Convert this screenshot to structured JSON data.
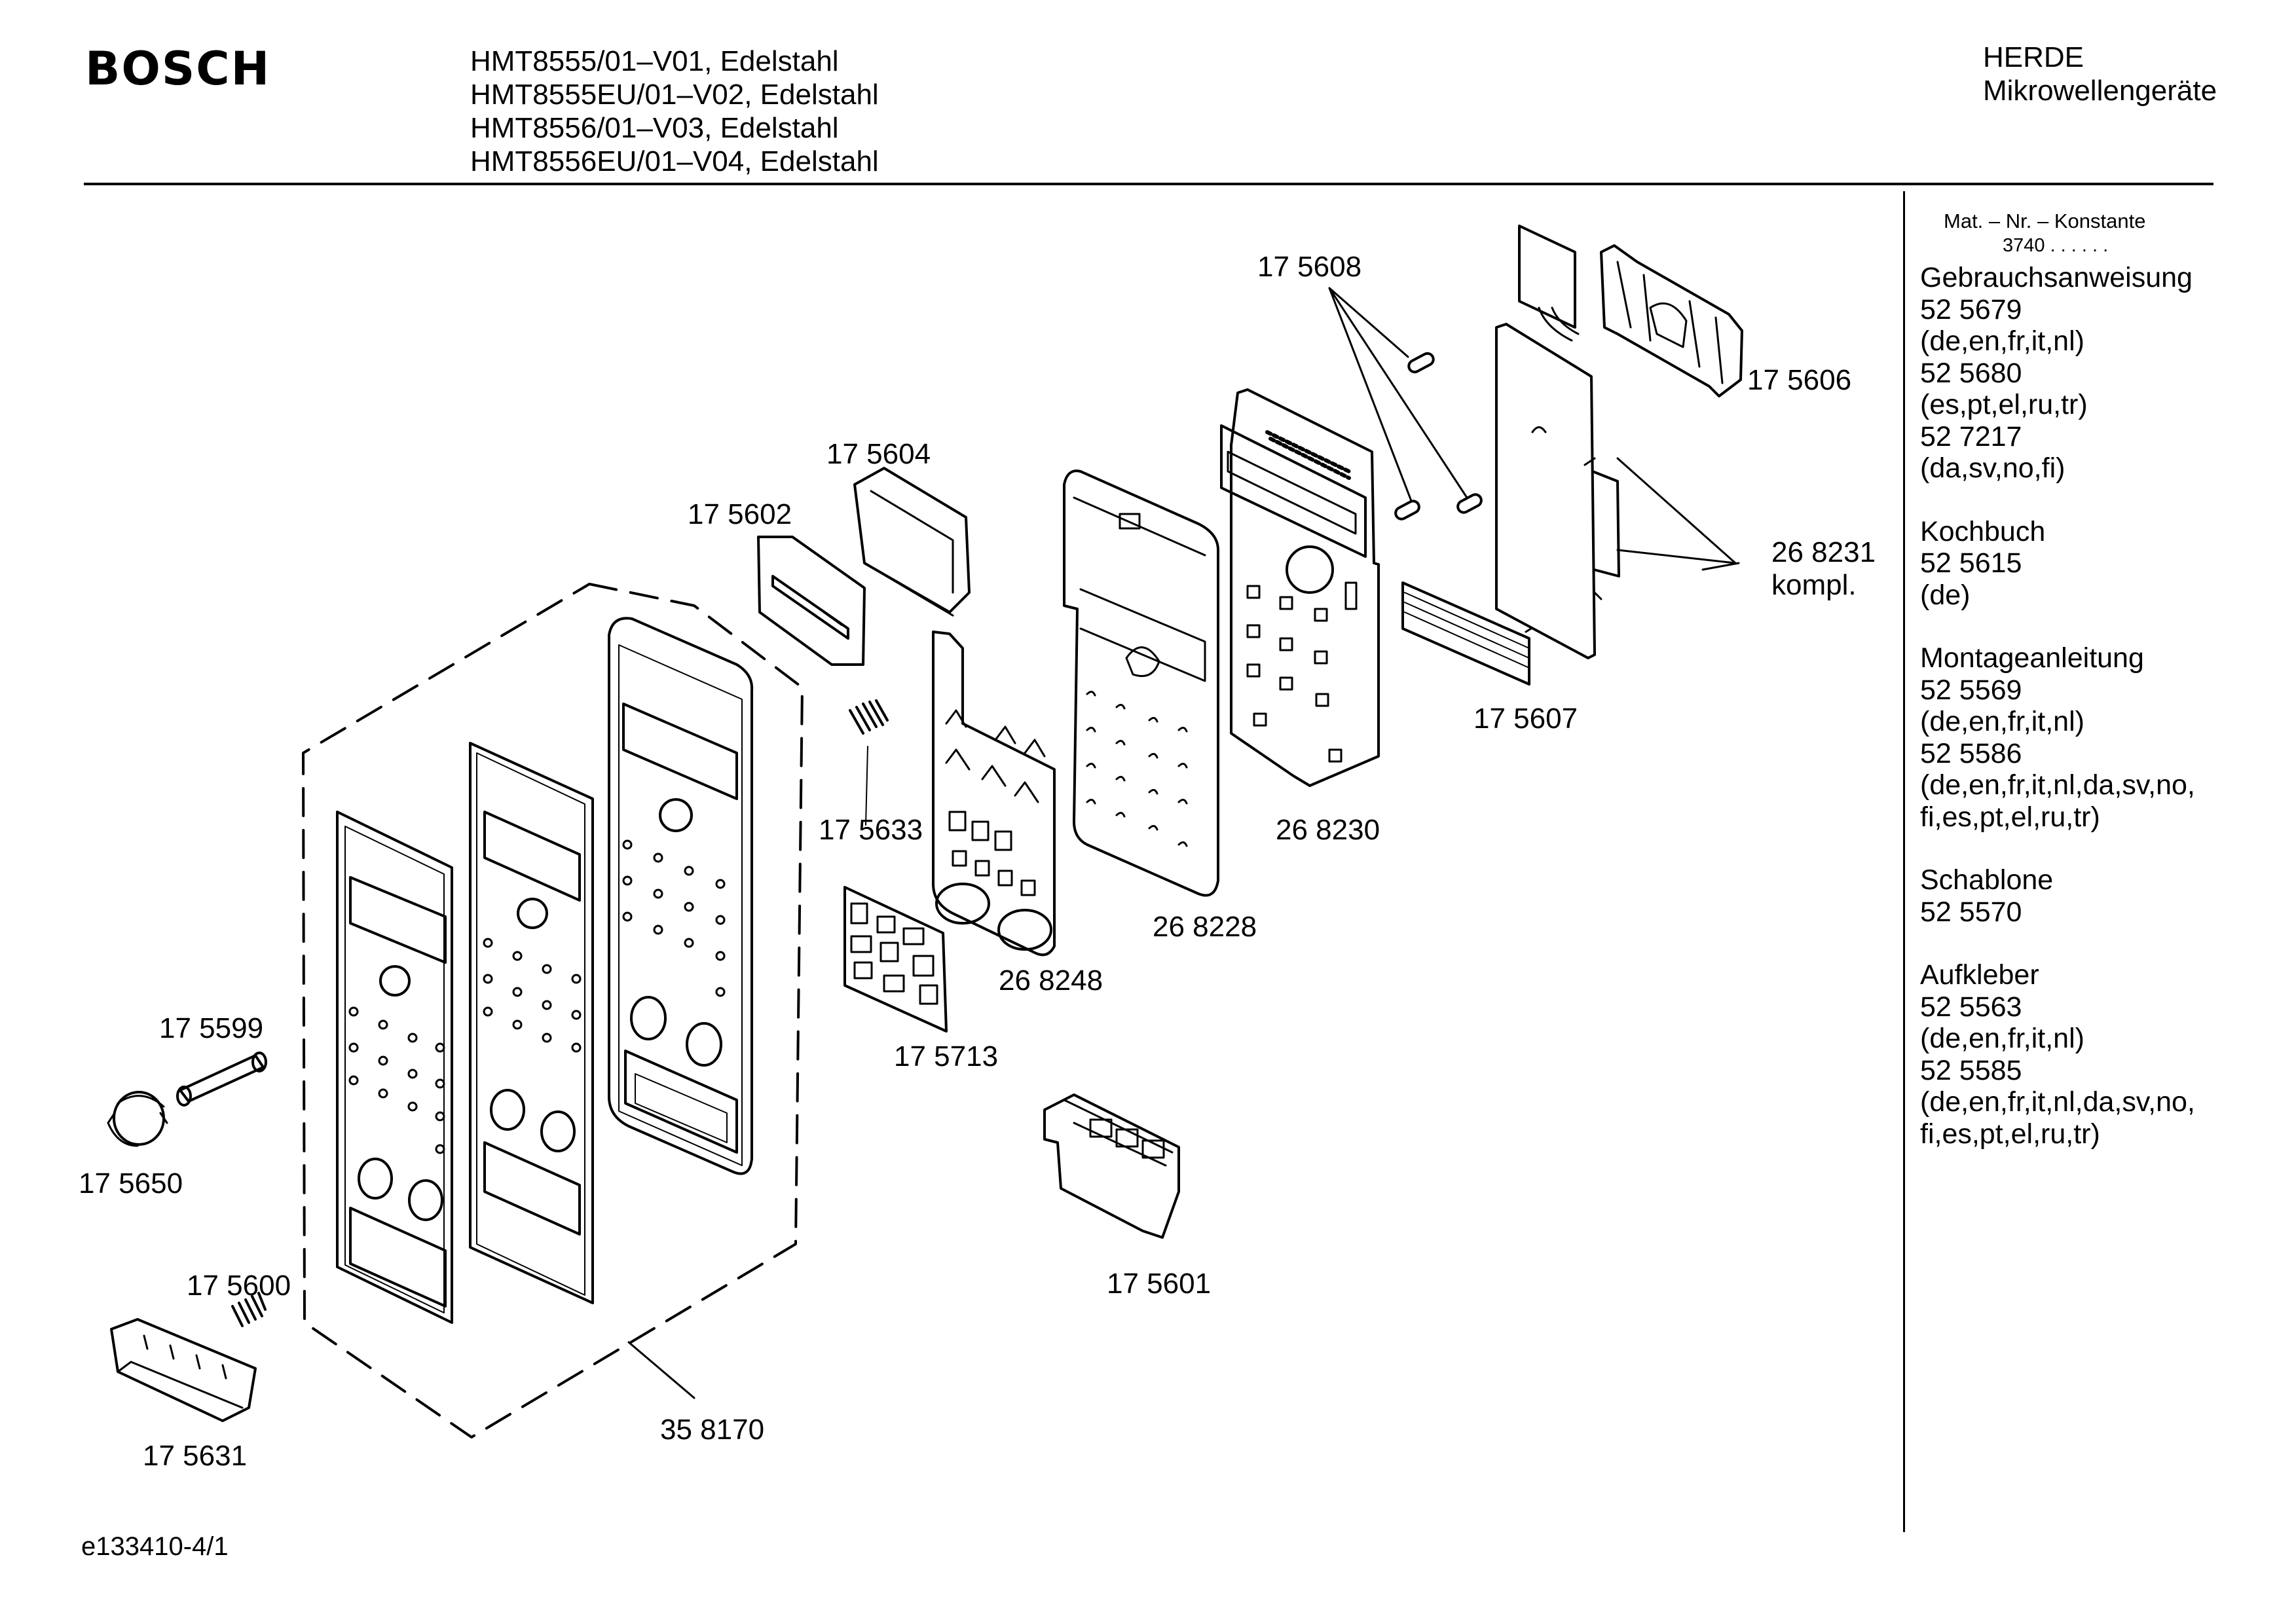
{
  "header": {
    "brand": "BOSCH",
    "models": [
      "HMT8555/01–V01, Edelstahl",
      "HMT8555EU/01–V02, Edelstahl",
      "HMT8556/01–V03, Edelstahl",
      "HMT8556EU/01–V04, Edelstahl"
    ],
    "category": [
      "HERDE",
      "Mikrowellengeräte"
    ]
  },
  "sidebar": {
    "constant_title": "Mat. – Nr. – Konstante",
    "constant_value": "3740 . .   . . . .",
    "sections": [
      {
        "title": "Gebrauchsanweisung",
        "lines": [
          "52 5679",
          "(de,en,fr,it,nl)",
          "52 5680",
          "(es,pt,el,ru,tr)",
          "52 7217",
          "(da,sv,no,fi)"
        ]
      },
      {
        "title": "Kochbuch",
        "lines": [
          "52 5615",
          "(de)"
        ]
      },
      {
        "title": "Montageanleitung",
        "lines": [
          "52 5569",
          "(de,en,fr,it,nl)",
          "52 5586",
          "(de,en,fr,it,nl,da,sv,no,",
          "fi,es,pt,el,ru,tr)"
        ]
      },
      {
        "title": "Schablone",
        "lines": [
          "52 5570"
        ]
      },
      {
        "title": "Aufkleber",
        "lines": [
          "52 5563",
          "(de,en,fr,it,nl)",
          "52 5585",
          "(de,en,fr,it,nl,da,sv,no,",
          "fi,es,pt,el,ru,tr)"
        ]
      }
    ]
  },
  "parts": {
    "p175608": "17 5608",
    "p175606": "17 5606",
    "p175604": "17 5604",
    "p175602": "17 5602",
    "p268231": "26 8231",
    "p268231_note": "kompl.",
    "p175607": "17 5607",
    "p175633": "17 5633",
    "p268230": "26 8230",
    "p268228": "26 8228",
    "p268248": "26 8248",
    "p175599": "17 5599",
    "p175713": "17 5713",
    "p175650": "17 5650",
    "p175600": "17 5600",
    "p175601": "17 5601",
    "p358170": "35 8170",
    "p175631": "17 5631"
  },
  "footer": {
    "drawing_id": "e133410-4/1"
  }
}
